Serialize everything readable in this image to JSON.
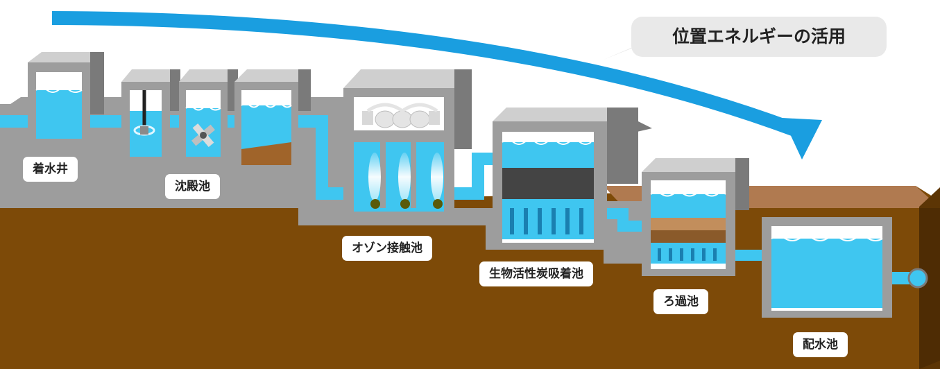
{
  "banner": {
    "text": "位置エネルギーの活用"
  },
  "facilities": {
    "receiving_well": "着水井",
    "sedimentation": "沈殿池",
    "ozone_contact": "オゾン接触池",
    "bac": "生物活性炭吸着池",
    "filtration": "ろ過池",
    "distribution_reservoir": "配水池"
  },
  "colors": {
    "water": "#3fc6f0",
    "concrete": "#9d9d9d",
    "concrete_dark": "#7a7a7a",
    "ground": "#7d4a08",
    "ground_top": "#b07a50",
    "arrow": "#1a9ee0",
    "sludge": "#a0642a",
    "banner_bg": "#e9e9e9"
  },
  "icons": [
    "gravity-flow-arrow",
    "mixer-paddle-icon",
    "ozone-generator-icon",
    "ozone-bubble-icon"
  ]
}
